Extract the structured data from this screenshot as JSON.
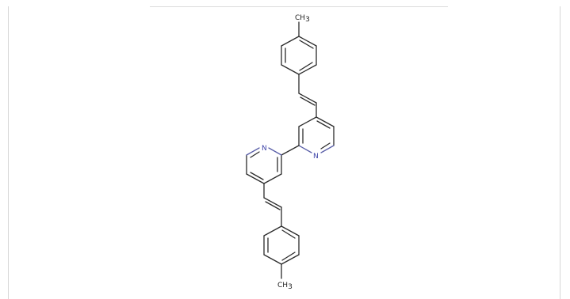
{
  "molecule": {
    "labels": {
      "methyl_top": "CH",
      "methyl_top_sub": "3",
      "methyl_bottom": "CH",
      "methyl_bottom_sub": "3",
      "nitrogen_upper_ring": "N",
      "nitrogen_lower_ring": "N"
    }
  },
  "colors": {
    "bond": "#2b2b2b",
    "nitrogen": "#3d43a8",
    "panel_border": "#d6d6d6"
  }
}
